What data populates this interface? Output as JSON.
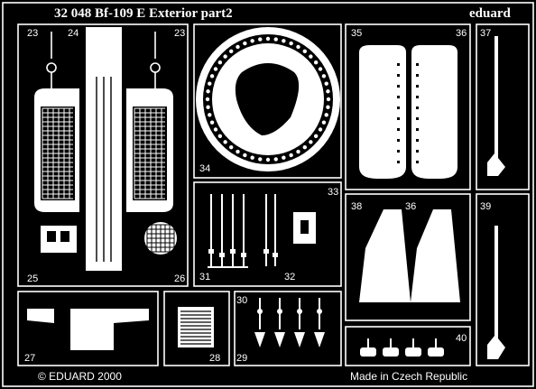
{
  "header": {
    "title": "32 048  Bf-109 E Exterior    part2",
    "brand": "eduard"
  },
  "footer": {
    "copyright": "© EDUARD 2000",
    "origin": "Made in Czech Republic"
  },
  "part_numbers": {
    "p23a": "23",
    "p23b": "23",
    "p24": "24",
    "p25": "25",
    "p26": "26",
    "p27": "27",
    "p28": "28",
    "p29": "29",
    "p30": "30",
    "p31": "31",
    "p32": "32",
    "p33": "33",
    "p34": "34",
    "p35": "35",
    "p36a": "36",
    "p36b": "36",
    "p37": "37",
    "p38": "38",
    "p39": "39",
    "p40": "40"
  },
  "colors": {
    "metal": "#ffffff",
    "background": "#000000"
  }
}
